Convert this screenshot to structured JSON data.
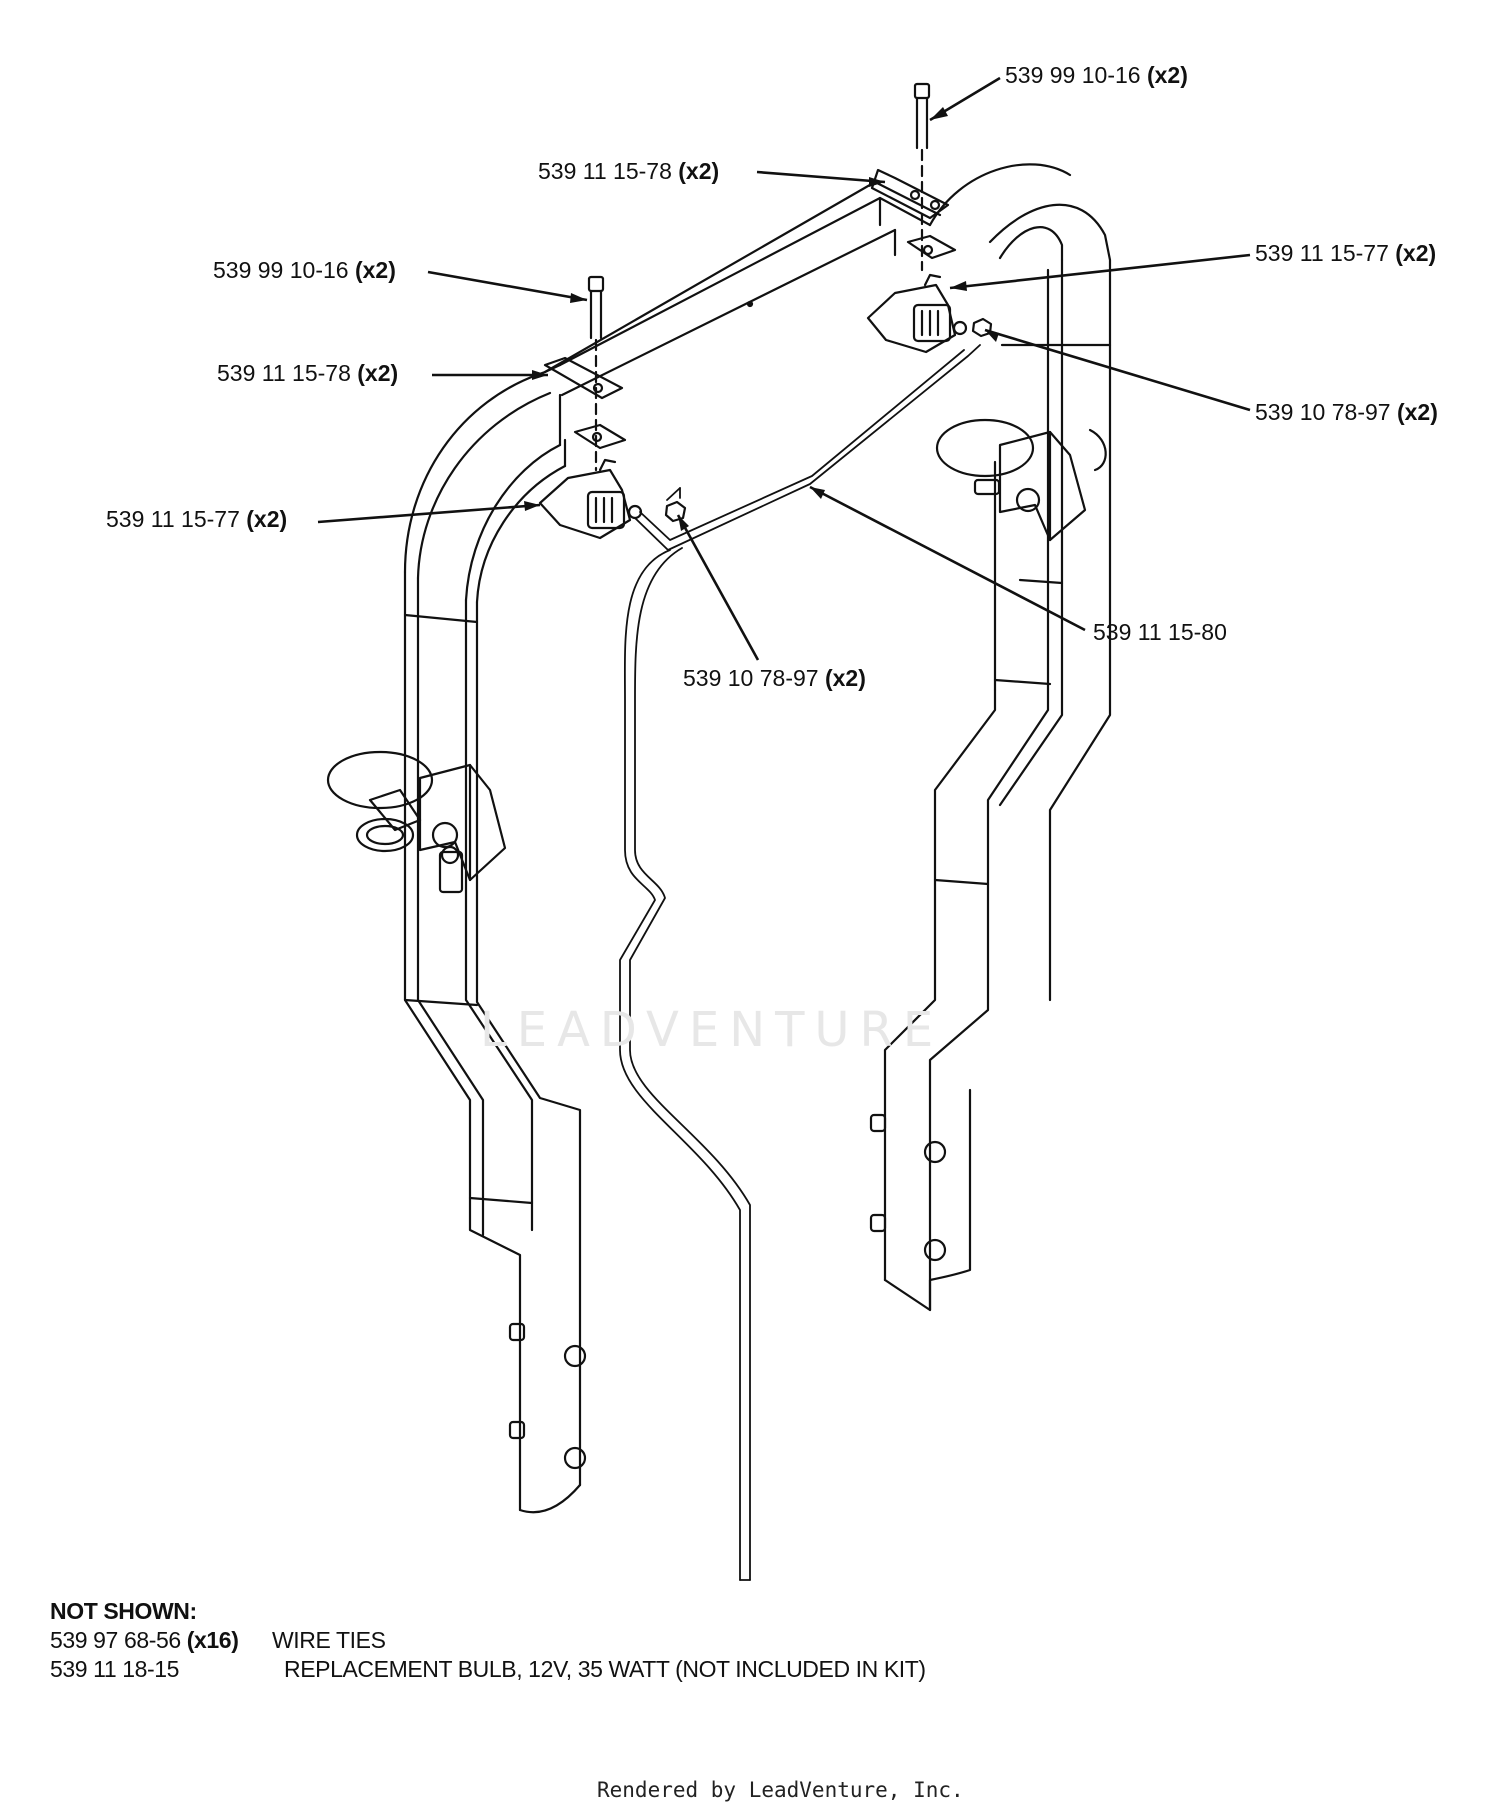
{
  "callouts": [
    {
      "id": "bolt_top_right",
      "part": "539 99 10-16",
      "qty": "(x2)"
    },
    {
      "id": "strap_top_right",
      "part": "539 11 15-78",
      "qty": "(x2)"
    },
    {
      "id": "bolt_left",
      "part": "539 99 10-16",
      "qty": "(x2)"
    },
    {
      "id": "light_right",
      "part": "539 11 15-77",
      "qty": "(x2)"
    },
    {
      "id": "strap_left",
      "part": "539 11 15-78",
      "qty": "(x2)"
    },
    {
      "id": "nut_right",
      "part": "539 10 78-97",
      "qty": "(x2)"
    },
    {
      "id": "light_left",
      "part": "539 11 15-77",
      "qty": "(x2)"
    },
    {
      "id": "harness",
      "part": "539 11 15-80",
      "qty": ""
    },
    {
      "id": "nut_left",
      "part": "539 10 78-97",
      "qty": "(x2)"
    }
  ],
  "not_shown": {
    "title": "NOT SHOWN:",
    "items": [
      {
        "part": "539 97 68-56",
        "qty": "(x16)",
        "description": "WIRE TIES"
      },
      {
        "part": "539 11 18-15",
        "qty": "",
        "description": "REPLACEMENT BULB, 12V, 35 WATT (NOT INCLUDED IN KIT)"
      }
    ]
  },
  "watermark": "LEADVENTURE",
  "footer": "Rendered by LeadVenture, Inc."
}
